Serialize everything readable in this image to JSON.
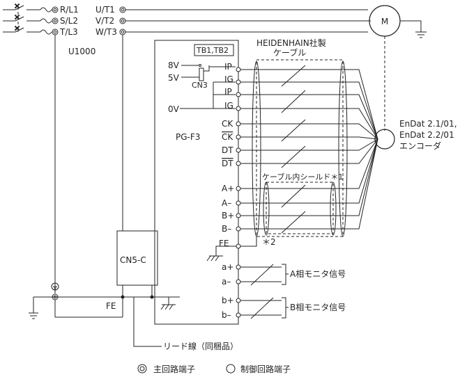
{
  "power_terminals": {
    "inputs": [
      "R/L1",
      "S/L2",
      "T/L3"
    ],
    "outputs": [
      "U/T1",
      "V/T2",
      "W/T3"
    ]
  },
  "motor_label": "M",
  "drive_label": "U1000",
  "board": {
    "terminal_block": "TB1,TB2",
    "name": "PG-F3",
    "supply_labels": [
      "8V",
      "5V"
    ],
    "connector": "CN3",
    "zero_volt": "0V"
  },
  "encoder_terminals": [
    "IP",
    "IG",
    "IP",
    "IG",
    "CK",
    "CK",
    "DT",
    "DT",
    "A+",
    "A–",
    "B+",
    "B–"
  ],
  "fe_terminal": "FE",
  "monitor_terminals": [
    "a+",
    "a–",
    "b+",
    "b–"
  ],
  "cable_label": {
    "maker": "HEIDENHAIN社製",
    "word": "ケーブル"
  },
  "inner_shield_label": "ケーブル内シールド＊1",
  "note_star2": "＊2",
  "encoder_label": [
    "EnDat 2.1/01,",
    "EnDat 2.2/01",
    "エンコーダ"
  ],
  "monitor_labels": [
    "A相モニタ信号",
    "B相モニタ信号"
  ],
  "cn5": "CN5-C",
  "ground_bus_label": "FE",
  "lead_wire_label": "リード線（同梱品）",
  "legend": {
    "main_circuit": "主回路端子",
    "control_circuit": "制御回路端子"
  },
  "colors": {
    "line": "#222222",
    "background": "#ffffff"
  }
}
